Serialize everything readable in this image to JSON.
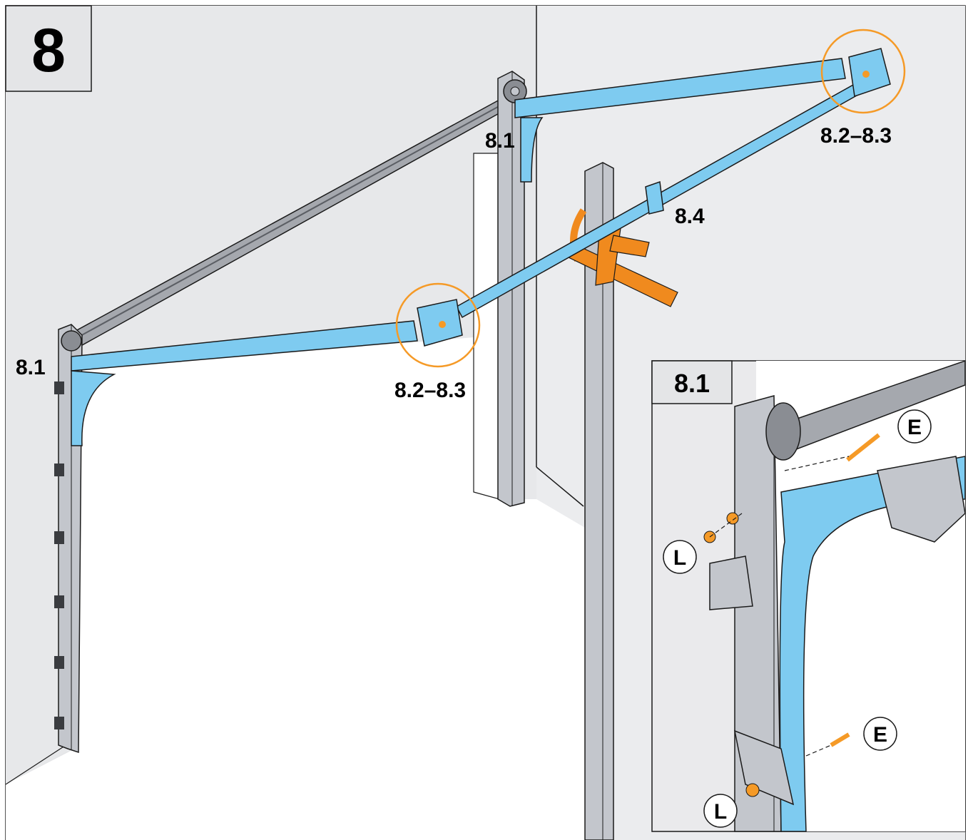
{
  "step": {
    "number": "8",
    "inset_number": "8.1"
  },
  "callouts": {
    "left_top": "8.1",
    "center_top": "8.1",
    "bracket_right": "8.2–8.3",
    "bracket_center": "8.2–8.3",
    "brace": "8.4"
  },
  "inset": {
    "parts": {
      "E_top": "E",
      "E_bottom": "E",
      "L_top": "L",
      "L_bottom": "L"
    }
  },
  "colors": {
    "track_blue": "#7ecbf0",
    "steel_grey": "#c3c6cc",
    "dark_grey": "#8a8d93",
    "clamp_orange": "#f08a1e",
    "highlight_orange": "#f59a27",
    "wall_grey": "#e4e5e7",
    "outline": "#1a1a1a"
  }
}
